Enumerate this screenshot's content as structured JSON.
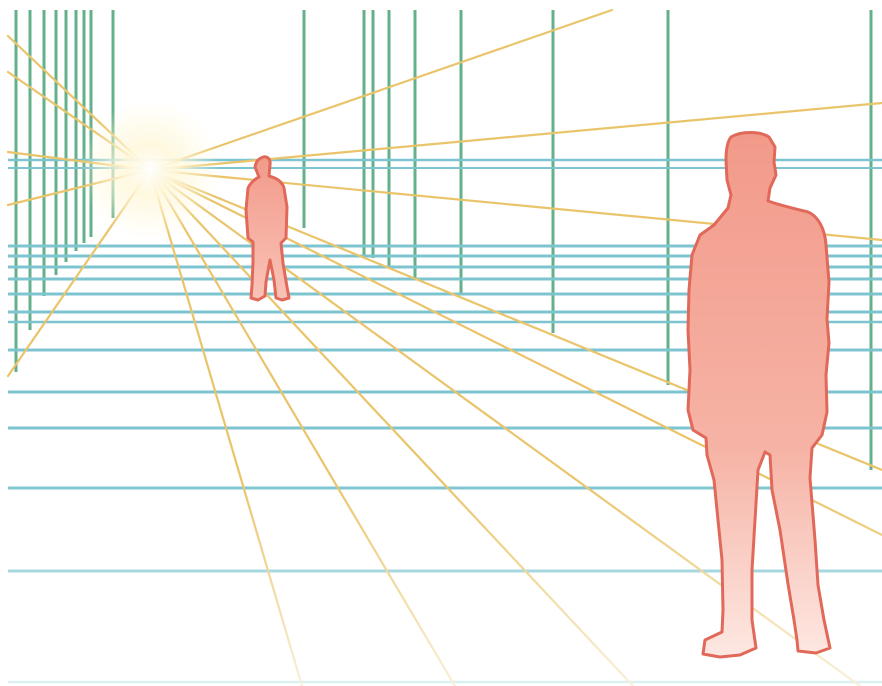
{
  "diagram": {
    "kind": "one-point-perspective",
    "elements": [
      "vanishing-point-glow",
      "orthogonal-lines",
      "floor-lines",
      "wall-posts",
      "far-figure",
      "near-figure"
    ],
    "colors": {
      "background": "#ffffff",
      "orthogonal": "#e9c46a",
      "floor": "#7cc4cf",
      "post": "#63b08a",
      "figure_fill": "#f4a898",
      "figure_outline": "#e0695a",
      "glow": "#fff8dc"
    }
  }
}
